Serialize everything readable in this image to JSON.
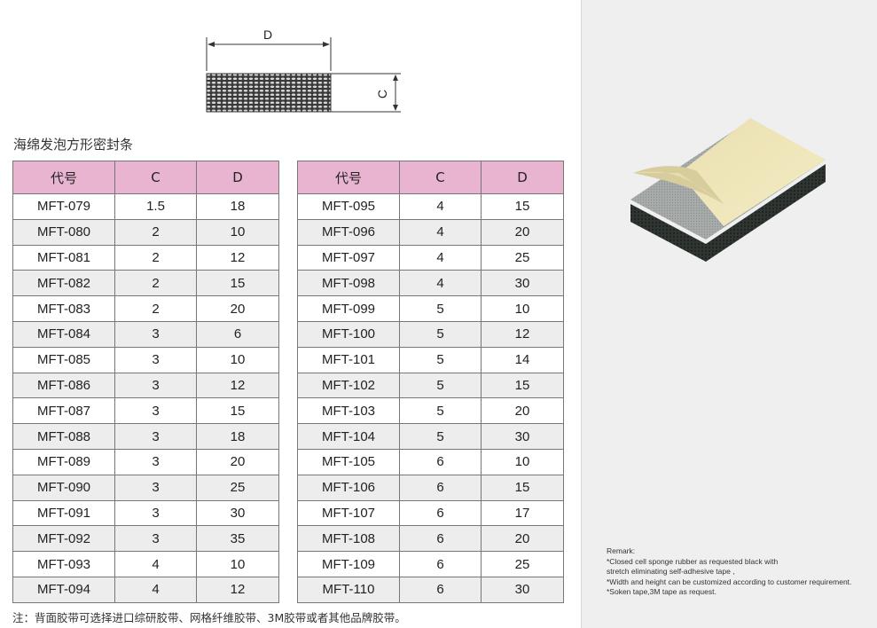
{
  "diagram": {
    "d_label": "D",
    "c_label": "C"
  },
  "section_title": "海绵发泡方形密封条",
  "headers": [
    "代号",
    "C",
    "D"
  ],
  "left_rows": [
    [
      "MFT-079",
      "1.5",
      "18"
    ],
    [
      "MFT-080",
      "2",
      "10"
    ],
    [
      "MFT-081",
      "2",
      "12"
    ],
    [
      "MFT-082",
      "2",
      "15"
    ],
    [
      "MFT-083",
      "2",
      "20"
    ],
    [
      "MFT-084",
      "3",
      "6"
    ],
    [
      "MFT-085",
      "3",
      "10"
    ],
    [
      "MFT-086",
      "3",
      "12"
    ],
    [
      "MFT-087",
      "3",
      "15"
    ],
    [
      "MFT-088",
      "3",
      "18"
    ],
    [
      "MFT-089",
      "3",
      "20"
    ],
    [
      "MFT-090",
      "3",
      "25"
    ],
    [
      "MFT-091",
      "3",
      "30"
    ],
    [
      "MFT-092",
      "3",
      "35"
    ],
    [
      "MFT-093",
      "4",
      "10"
    ],
    [
      "MFT-094",
      "4",
      "12"
    ]
  ],
  "right_rows": [
    [
      "MFT-095",
      "4",
      "15"
    ],
    [
      "MFT-096",
      "4",
      "20"
    ],
    [
      "MFT-097",
      "4",
      "25"
    ],
    [
      "MFT-098",
      "4",
      "30"
    ],
    [
      "MFT-099",
      "5",
      "10"
    ],
    [
      "MFT-100",
      "5",
      "12"
    ],
    [
      "MFT-101",
      "5",
      "14"
    ],
    [
      "MFT-102",
      "5",
      "15"
    ],
    [
      "MFT-103",
      "5",
      "20"
    ],
    [
      "MFT-104",
      "5",
      "30"
    ],
    [
      "MFT-105",
      "6",
      "10"
    ],
    [
      "MFT-106",
      "6",
      "15"
    ],
    [
      "MFT-107",
      "6",
      "17"
    ],
    [
      "MFT-108",
      "6",
      "20"
    ],
    [
      "MFT-109",
      "6",
      "25"
    ],
    [
      "MFT-110",
      "6",
      "30"
    ]
  ],
  "note": "注：背面胶带可选择进口综研胶带、网格纤维胶带、3M胶带或者其他品牌胶带。",
  "remark": {
    "title": "Remark:",
    "lines": [
      "*Closed cell sponge rubber as requested black with",
      "stretch eliminating self-adhesive tape ,",
      "*Width and height can be customized according to customer requirement.",
      "*Soken tape,3M tape as request."
    ]
  },
  "colors": {
    "header_bg": "#e8b4d0",
    "panel_bg": "#efefef",
    "foam": "#2b302d",
    "tape": "#f0e6b8"
  }
}
